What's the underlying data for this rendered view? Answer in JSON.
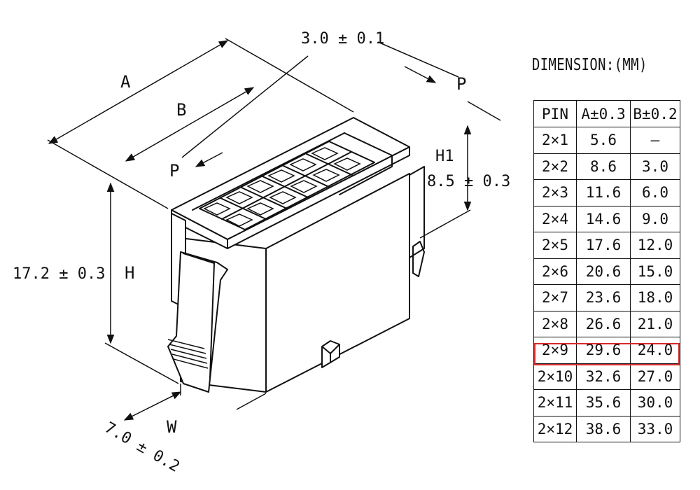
{
  "dimensions": {
    "A": "A",
    "B": "B",
    "H": "H",
    "H1": "H1",
    "W": "W",
    "P_left": "P",
    "P_right": "P",
    "pitch": "3.0 ± 0.1",
    "height": "17.2 ± 0.3",
    "h1_value": "8.5 ± 0.3",
    "width": "7.0 ± 0.2"
  },
  "table": {
    "title": "DIMENSION:(MM)",
    "headers": [
      "PIN",
      "A±0.3",
      "B±0.2"
    ],
    "rows": [
      [
        "2×1",
        "5.6",
        "–"
      ],
      [
        "2×2",
        "8.6",
        "3.0"
      ],
      [
        "2×3",
        "11.6",
        "6.0"
      ],
      [
        "2×4",
        "14.6",
        "9.0"
      ],
      [
        "2×5",
        "17.6",
        "12.0"
      ],
      [
        "2×6",
        "20.6",
        "15.0"
      ],
      [
        "2×7",
        "23.6",
        "18.0"
      ],
      [
        "2×8",
        "26.6",
        "21.0"
      ],
      [
        "2×9",
        "29.6",
        "24.0"
      ],
      [
        "2×10",
        "32.6",
        "27.0"
      ],
      [
        "2×11",
        "35.6",
        "30.0"
      ],
      [
        "2×12",
        "38.6",
        "33.0"
      ]
    ],
    "highlighted_row": "2×9",
    "highlight_color": "#d42a2a"
  }
}
